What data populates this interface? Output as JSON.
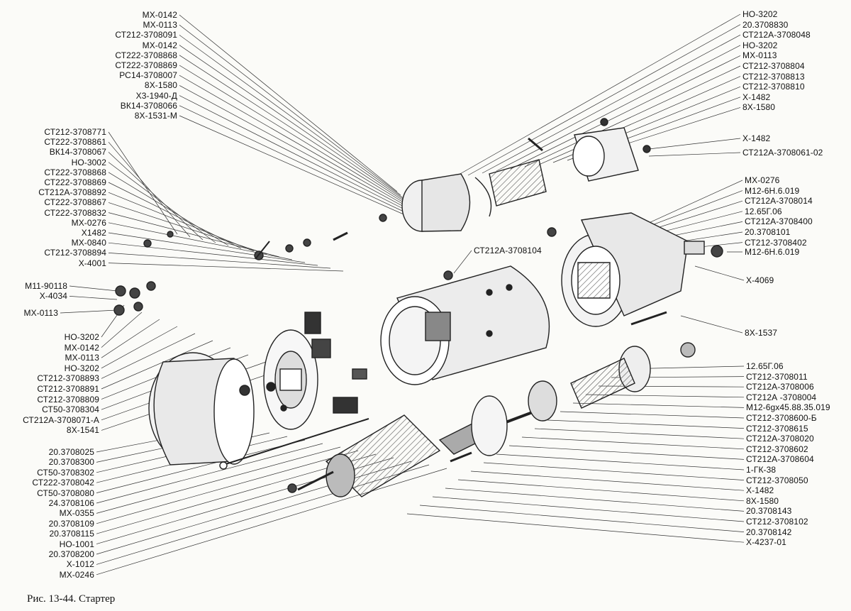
{
  "caption": "Рис. 13-44. Стартер",
  "labels_left_upper": [
    "МХ-0142",
    "МХ-0113",
    "СТ212-3708091",
    "МХ-0142",
    "СТ222-3708868",
    "СТ222-3708869",
    "РС14-3708007",
    "8Х-1580",
    "Х3-1940-Д",
    "ВК14-3708066",
    "8Х-1531-М"
  ],
  "labels_left_mid": [
    "СТ212-3708771",
    "СТ222-3708861",
    "ВК14-3708067",
    "НО-3002",
    "СТ222-3708868",
    "СТ222-3708869",
    "СТ212А-3708892",
    "СТ222-3708867",
    "СТ222-3708832",
    "МХ-0276",
    "Х1482",
    "МХ-0840",
    "СТ212-3708894",
    "Х-4001"
  ],
  "labels_left_mid2": [
    "М11-90118",
    "Х-4034"
  ],
  "labels_left_mid3": [
    "МХ-0113"
  ],
  "labels_left_lower": [
    "НО-3202",
    "МХ-0142",
    "МХ-0113",
    "НО-3202",
    "СТ212-3708893",
    "СТ212-3708891",
    "СТ212-3708809",
    "СТ50-3708304",
    "СТ212А-3708071-А",
    "8Х-1541"
  ],
  "labels_left_bottom": [
    "20.3708025",
    "20.3708300",
    "СТ50-3708302",
    "СТ222-3708042",
    "СТ50-3708080",
    "24.3708106",
    "МХ-0355",
    "20.3708109",
    "20.3708115",
    "НО-1001",
    "20.3708200",
    "Х-1012",
    "МХ-0246"
  ],
  "labels_right_top": [
    "НО-3202",
    "20.3708830",
    "СТ212А-3708048",
    "НО-3202",
    "МХ-0113",
    "СТ212-3708804",
    "СТ212-3708813",
    "СТ212-3708810",
    "Х-1482",
    "8Х-1580"
  ],
  "labels_right_a": [
    "Х-1482",
    "СТ212А-3708061-02"
  ],
  "labels_right_b": [
    "МХ-0276",
    "М12-6Н.6.019",
    "СТ212А-3708014",
    "12.65Г.06",
    "СТ212А-3708400",
    "20.3708101",
    "СТ212-3708402"
  ],
  "label_m12_right": "М12-6Н.6.019",
  "label_x4069": "Х-4069",
  "label_8x1537": "8Х-1537",
  "label_center": "СТ212А-3708104",
  "labels_right_c": [
    "12.65Г.06",
    "СТ212-3708011",
    "СТ212А-3708006",
    "СТ212А -3708004",
    "М12-6gх45.88.35.019",
    "СТ212-3708600-Б",
    "СТ212-3708615",
    "СТ212А-3708020",
    "СТ212-3708602",
    "СТ212А-3708604",
    "1-ГК-38",
    "СТ212-3708050",
    "Х-1482",
    "8Х-1580",
    "20.3708143",
    "СТ212-3708102",
    "20.3708142",
    "Х-4237-01"
  ]
}
